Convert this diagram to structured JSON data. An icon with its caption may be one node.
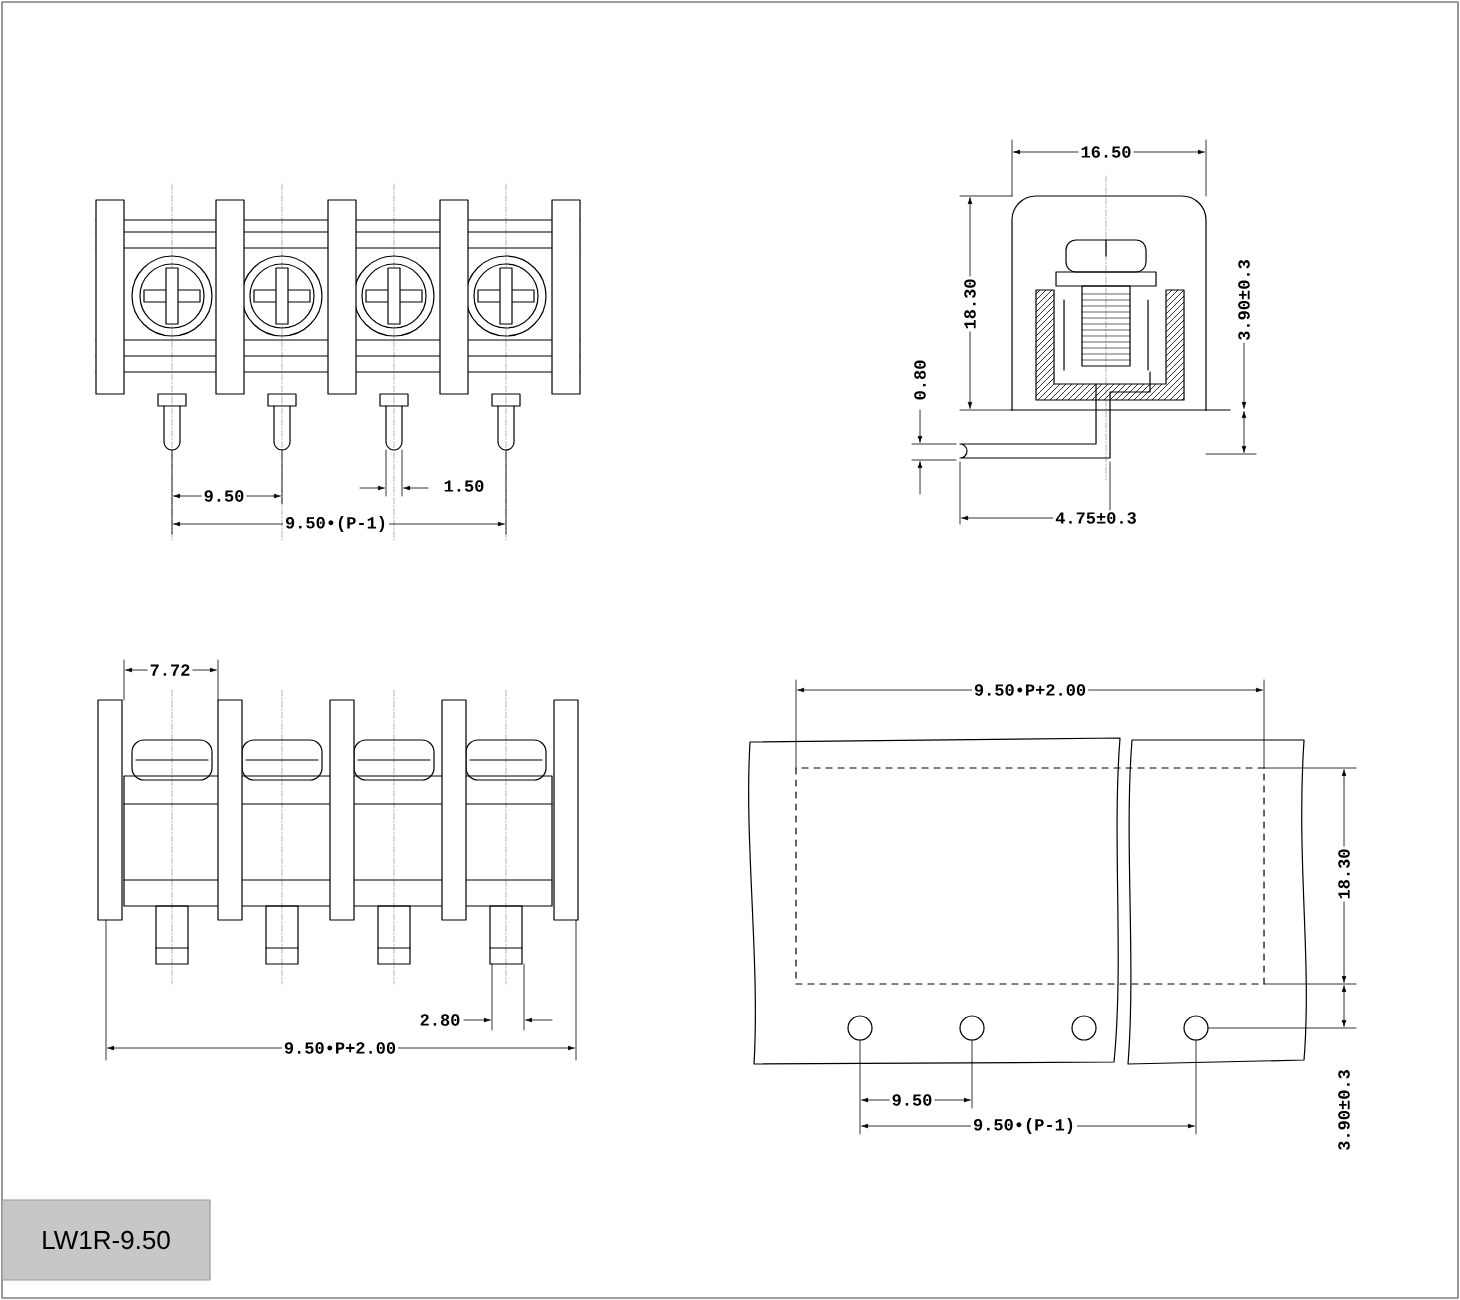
{
  "diagram": {
    "labels": [
      "16.50",
      "18.30",
      "3.90±0.3",
      "0.80",
      "9.50",
      "1.50",
      "9.50•(P-1)",
      "4.75±0.3",
      "7.72",
      "9.50•P+2.00",
      "18.30",
      "2.80",
      "9.50•P+2.00",
      "9.50",
      "9.50•(P-1)",
      "3.90±0.3",
      "LW1R-9.50"
    ]
  }
}
